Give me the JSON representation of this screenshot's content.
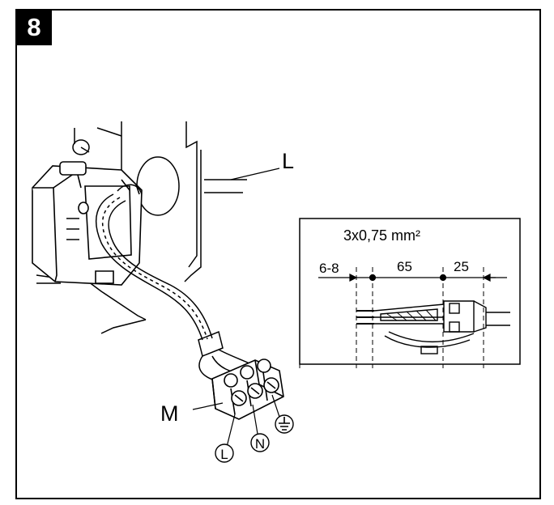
{
  "step": {
    "number": "8"
  },
  "labels": {
    "cable": "L",
    "connector": "M",
    "terminal_live": "L",
    "terminal_neutral": "N"
  },
  "detail": {
    "cable_spec": "3x0,75 mm²",
    "dim_strip": "6-8",
    "dim_conductors": "65",
    "dim_sheath": "25"
  },
  "icons": {
    "earth": "earth-ground-icon"
  }
}
